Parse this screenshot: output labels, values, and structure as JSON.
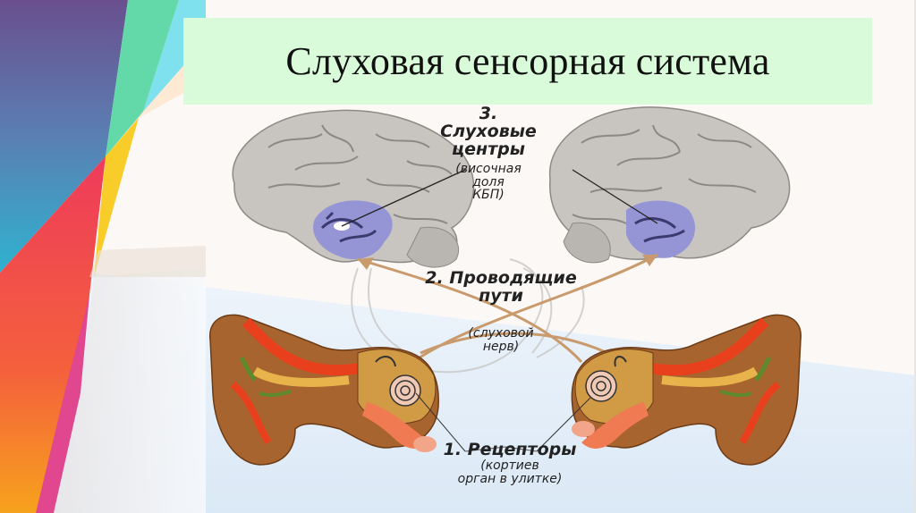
{
  "slide": {
    "title": "Слуховая сенсорная система",
    "colors": {
      "title_bg": "#dafbd9",
      "brain": "#c9c5c0",
      "auditory_cortex": "#8f8fd6",
      "ear_skin": "#a8642f",
      "ear_red": "#e8401c",
      "nerve": "#c9976a"
    }
  },
  "diagram": {
    "labels": {
      "centers": {
        "title_line1": "3. Слуховые",
        "title_line2": "центры",
        "sub_line1": "(височная",
        "sub_line2": "доля",
        "sub_line3": "КБП)"
      },
      "pathways": {
        "title_line1": "2. Проводящие",
        "title_line2": "пути",
        "sub_line1": "(слуховой",
        "sub_line2": "нерв)"
      },
      "receptors": {
        "title_line1": "1. Рецепторы",
        "sub_line1": "(кортиев",
        "sub_line2": "орган в улитке)"
      }
    }
  }
}
